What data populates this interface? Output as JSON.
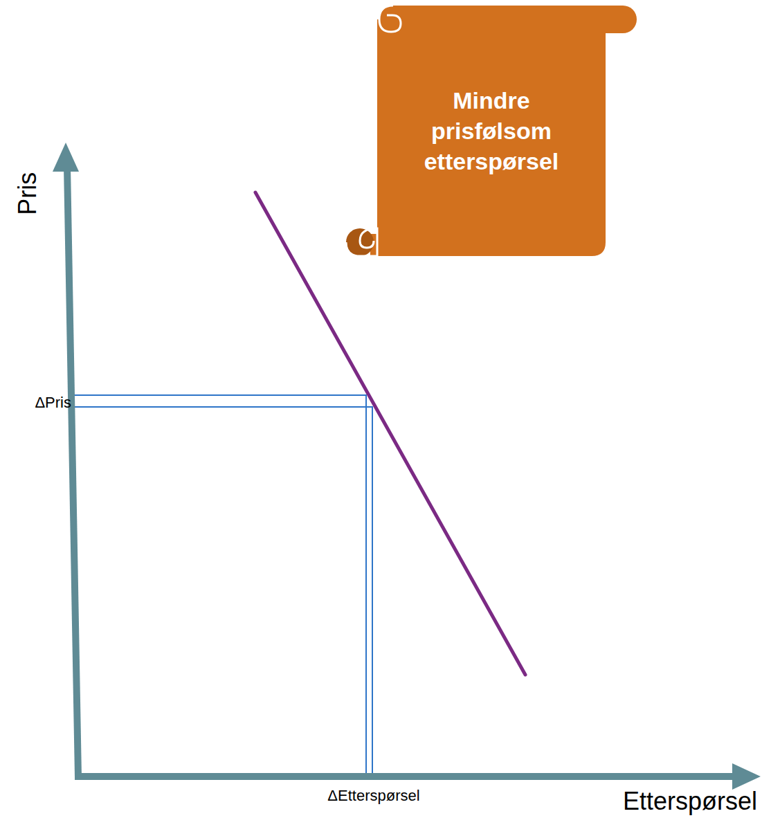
{
  "diagram": {
    "nodes": [
      {
        "text": [
          "Mindre prisfølsom etterspørsel"
        ]
      }
    ],
    "labels": [
      "Pris",
      "ΔPris",
      "ΔEtterspørsel",
      "Etterspørsel"
    ]
  }
}
